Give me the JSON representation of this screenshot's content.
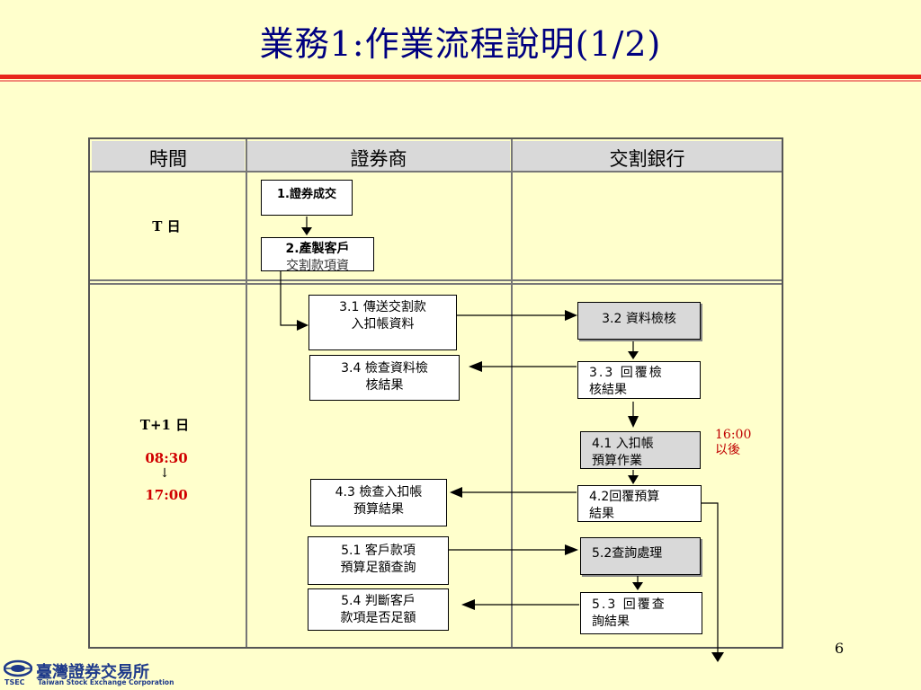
{
  "title": "業務1:作業流程說明(1/2)",
  "table": {
    "headers": [
      "時間",
      "證券商",
      "交割銀行"
    ],
    "row1_time": "T 日",
    "row2_time": "T+1 日",
    "row2_start": "08:30",
    "row2_arrow": "↓",
    "row2_end": "17:00"
  },
  "steps": {
    "s1": "1.證券成交",
    "s2_line1": "2.產製客戶",
    "s2_line2": "交割款項資",
    "s31_line1": "3.1 傳送交割款",
    "s31_line2": "入扣帳資料",
    "s32": "3.2 資料檢核",
    "s34_line1": "3.4 檢查資料檢",
    "s34_line2": "核結果",
    "s33_line1": "3.3 回覆檢",
    "s33_line2": "核結果",
    "s41_line1": "4.1 入扣帳",
    "s41_line2": "預算作業",
    "s43_line1": "4.3 檢查入扣帳",
    "s43_line2": "預算結果",
    "s42_line1": "4.2回覆預算",
    "s42_line2": "結果",
    "s51_line1": "5.1 客戶款項",
    "s51_line2": "預算足額查詢",
    "s52": "5.2查詢處理",
    "s54_line1": "5.4 判斷客戶",
    "s54_line2": "款項是否足額",
    "s53_line1": "5.3 回覆查",
    "s53_line2": "詢結果"
  },
  "note_line1": "16:00",
  "note_line2": "以後",
  "page_number": "6",
  "logo": {
    "chinese": "臺灣證券交易所",
    "english": "Taiwan Stock Exchange Corporation",
    "abbr": "TSEC"
  },
  "colors": {
    "title": "#000080",
    "background": "#ffffcc",
    "rule": "#e8261c",
    "time_red": "#d00000",
    "gray_box": "#d9d9d9"
  }
}
